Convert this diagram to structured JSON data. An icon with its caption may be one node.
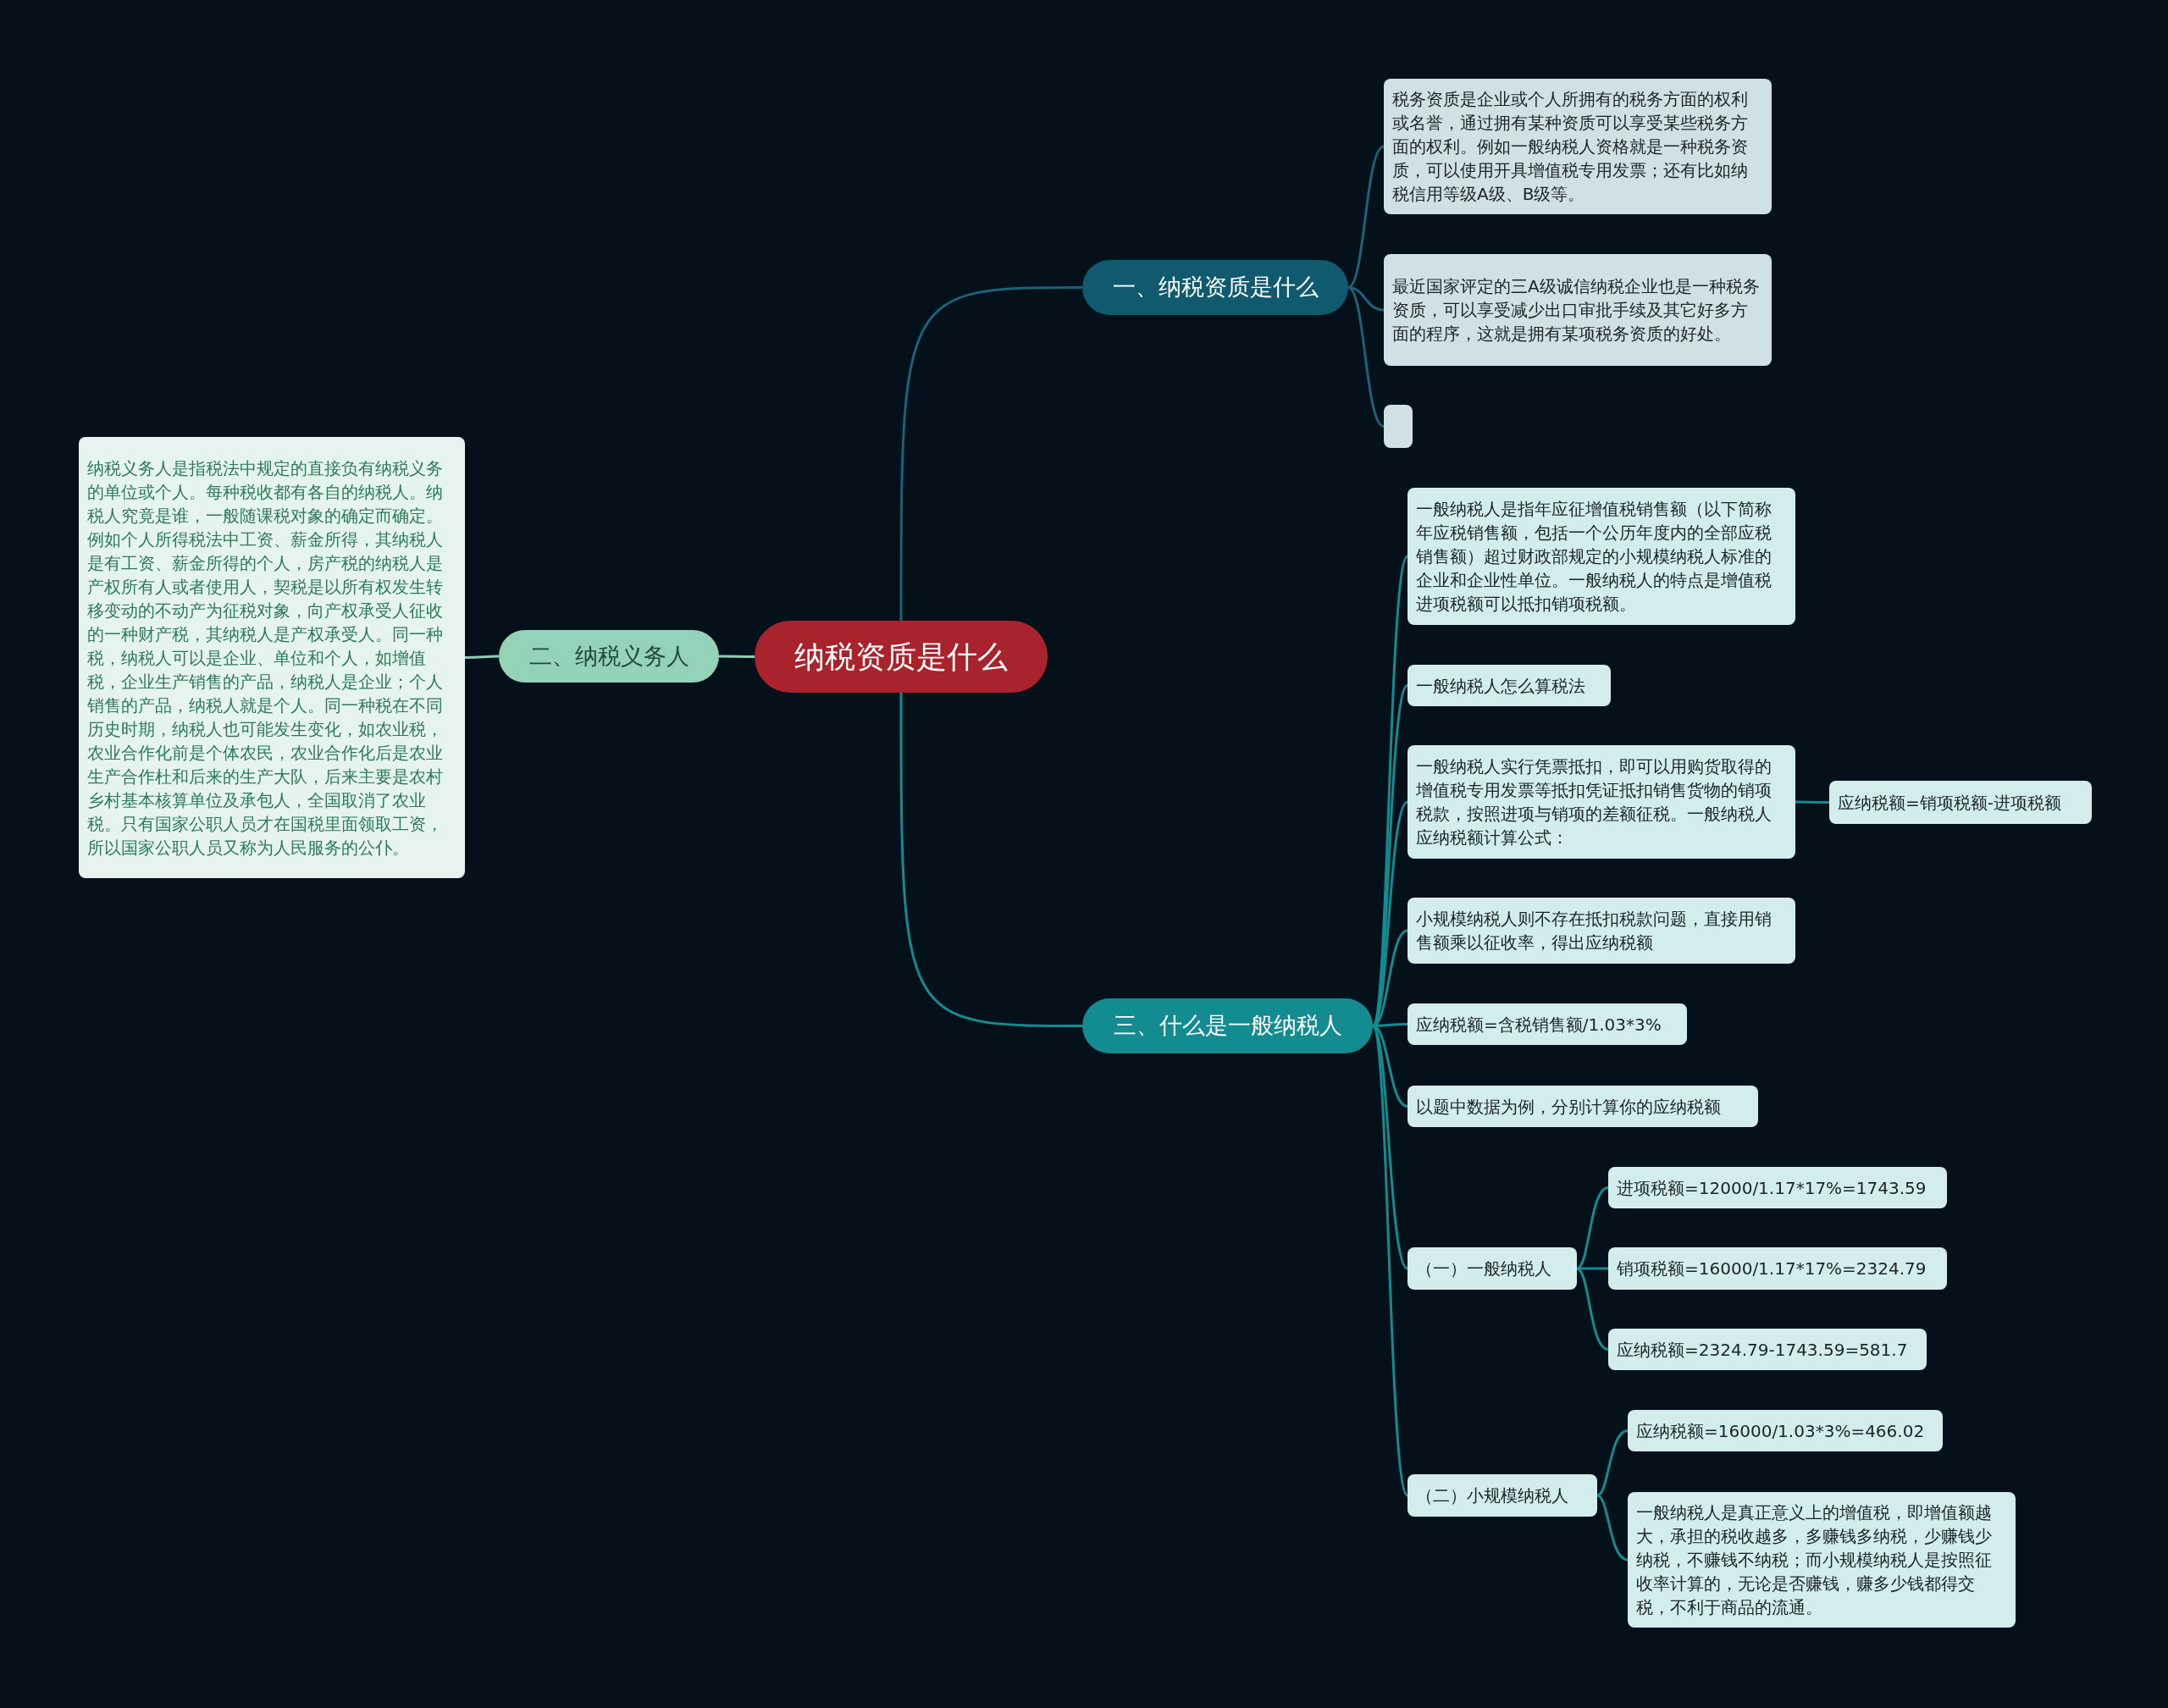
{
  "diagram": {
    "nodes": [
      {
        "text": [
          "纳税资质是什么"
        ]
      },
      {
        "text": [
          "一、纳税资质是什么"
        ]
      },
      {
        "text": [
          "税务资质是企业或个人所拥有的税务方面的权利或名誉，通过拥有某种资质可以享受某些税务方面的权利。例如一般纳税人资格就是一种税务资质，可以使用开具增值税专用发票；还有比如纳税信用等级A级、B级等。"
        ]
      },
      {
        "text": [
          "最近国家评定的三A级诚信纳税企业也是一种税务资质，可以享受减少出口审批手续及其它好多方面的程序，这就是拥有某项税务资质的好处。"
        ]
      },
      {
        "text": [],
        "shape": "box"
      },
      {
        "text": [
          "二、纳税义务人"
        ]
      },
      {
        "text": [
          "纳税义务人是指税法中规定的直接负有纳税义务的单位或个人。每种税收都有各自的纳税人。纳税人究竟是谁，一般随课税对象的确定而确定。例如个人所得税法中工资、薪金所得，其纳税人是有工资、薪金所得的个人，房产税的纳税人是产权所有人或者使用人，契税是以所有权发生转移变动的不动产为征税对象，向产权承受人征收的一种财产税，其纳税人是产权承受人。同一种税，纳税人可以是企业、单位和个人，如增值税，企业生产销售的产品，纳税人是企业；个人销售的产品，纳税人就是个人。同一种税在不同历史时期，纳税人也可能发生变化，如农业税，农业合作化前是个体农民，农业合作化后是农业生产合作杜和后来的生产大队，后来主要是农村乡村基本核算单位及承包人，全国取消了农业税。只有国家公职人员才在国税里面领取工资，所以国家公职人员又称为人民服务的公仆。"
        ]
      },
      {
        "text": [
          "三、什么是一般纳税人"
        ]
      },
      {
        "text": [
          "一般纳税人是指年应征增值税销售额（以下简称年应税销售额，包括一个公历年度内的全部应税销售额）超过财政部规定的小规模纳税人标准的企业和企业性单位。一般纳税人的特点是增值税进项税额可以抵扣销项税额。"
        ]
      },
      {
        "text": [
          "一般纳税人怎么算税法"
        ]
      },
      {
        "text": [
          "一般纳税人实行凭票抵扣，即可以用购货取得的增值税专用发票等抵扣凭证抵扣销售货物的销项税款，按照进项与销项的差额征税。一般纳税人应纳税额计算公式："
        ]
      },
      {
        "text": [
          "应纳税额=销项税额-进项税额"
        ]
      },
      {
        "text": [
          "小规模纳税人则不存在抵扣税款问题，直接用销售额乘以征收率，得出应纳税额"
        ]
      },
      {
        "text": [
          "应纳税额=含税销售额/1.03*3%"
        ]
      },
      {
        "text": [
          "以题中数据为例，分别计算你的应纳税额"
        ]
      },
      {
        "text": [
          "（一）一般纳税人"
        ]
      },
      {
        "text": [
          "进项税额=12000/1.17*17%=1743.59"
        ]
      },
      {
        "text": [
          "销项税额=16000/1.17*17%=2324.79"
        ]
      },
      {
        "text": [
          "应纳税额=2324.79-1743.59=581.7"
        ]
      },
      {
        "text": [
          "（二）小规模纳税人"
        ]
      },
      {
        "text": [
          "应纳税额=16000/1.03*3%=466.02"
        ]
      },
      {
        "text": [
          "一般纳税人是真正意义上的增值税，即增值额越大，承担的税收越多，多赚钱多纳税，少赚钱少纳税，不赚钱不纳税；而小规模纳税人是按照征收率计算的，无论是否赚钱，赚多少钱都得交税，不利于商品的流通。"
        ]
      }
    ],
    "edges": [
      {
        "from": 0,
        "to": 1,
        "arrow": "none",
        "color": "#1b6278"
      },
      {
        "from": 0,
        "to": 5,
        "arrow": "none",
        "color": "#8ccfb3"
      },
      {
        "from": 0,
        "to": 7,
        "arrow": "none"
      },
      {
        "from": 1,
        "to": 2,
        "arrow": "none",
        "color": "#1b6278"
      },
      {
        "from": 1,
        "to": 3,
        "arrow": "none",
        "color": "#1b6278"
      },
      {
        "from": 1,
        "to": 4,
        "arrow": "none",
        "color": "#1b6278"
      },
      {
        "from": 5,
        "to": 6,
        "arrow": "none",
        "color": "#8ccfb3"
      },
      {
        "from": 7,
        "to": 8,
        "arrow": "none"
      },
      {
        "from": 7,
        "to": 9,
        "arrow": "none"
      },
      {
        "from": 7,
        "to": 10,
        "arrow": "none"
      },
      {
        "from": 10,
        "to": 11,
        "arrow": "none"
      },
      {
        "from": 7,
        "to": 12,
        "arrow": "none"
      },
      {
        "from": 7,
        "to": 13,
        "arrow": "none"
      },
      {
        "from": 7,
        "to": 14,
        "arrow": "none"
      },
      {
        "from": 7,
        "to": 15,
        "arrow": "none"
      },
      {
        "from": 15,
        "to": 16,
        "arrow": "none"
      },
      {
        "from": 15,
        "to": 17,
        "arrow": "none"
      },
      {
        "from": 15,
        "to": 18,
        "arrow": "none"
      },
      {
        "from": 7,
        "to": 19,
        "arrow": "none"
      },
      {
        "from": 19,
        "to": 20,
        "arrow": "none"
      },
      {
        "from": 19,
        "to": 21,
        "arrow": "none"
      }
    ]
  }
}
